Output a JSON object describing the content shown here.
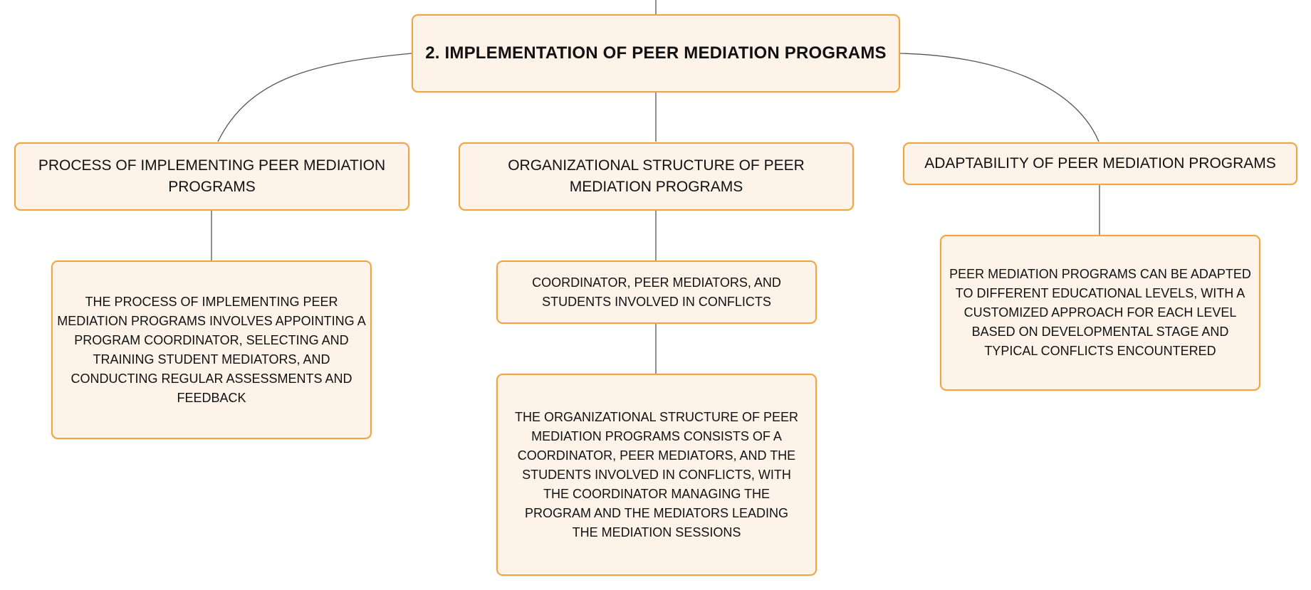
{
  "diagram": {
    "root": {
      "label": "2. IMPLEMENTATION OF PEER MEDIATION PROGRAMS"
    },
    "branches": [
      {
        "label": "PROCESS OF IMPLEMENTING PEER MEDIATION PROGRAMS",
        "children": [
          {
            "label": "THE PROCESS OF IMPLEMENTING PEER MEDIATION PROGRAMS INVOLVES APPOINTING A PROGRAM COORDINATOR, SELECTING AND TRAINING STUDENT MEDIATORS, AND CONDUCTING REGULAR ASSESSMENTS AND FEEDBACK"
          }
        ]
      },
      {
        "label": "ORGANIZATIONAL STRUCTURE OF PEER MEDIATION PROGRAMS",
        "children": [
          {
            "label": "COORDINATOR, PEER MEDIATORS, AND STUDENTS INVOLVED IN CONFLICTS"
          },
          {
            "label": "THE ORGANIZATIONAL STRUCTURE OF PEER MEDIATION PROGRAMS CONSISTS OF A COORDINATOR, PEER MEDIATORS, AND THE STUDENTS INVOLVED IN CONFLICTS, WITH THE COORDINATOR MANAGING THE PROGRAM AND THE MEDIATORS LEADING THE MEDIATION SESSIONS"
          }
        ]
      },
      {
        "label": "ADAPTABILITY OF PEER MEDIATION PROGRAMS",
        "children": [
          {
            "label": "PEER MEDIATION PROGRAMS CAN BE ADAPTED TO DIFFERENT EDUCATIONAL LEVELS, WITH A CUSTOMIZED APPROACH FOR EACH LEVEL BASED ON DEVELOPMENTAL STAGE AND TYPICAL CONFLICTS ENCOUNTERED"
          }
        ]
      }
    ],
    "colors": {
      "node_fill": "#fdf3e9",
      "node_border": "#f2a444",
      "connector": "#555555",
      "text": "#111111"
    }
  }
}
